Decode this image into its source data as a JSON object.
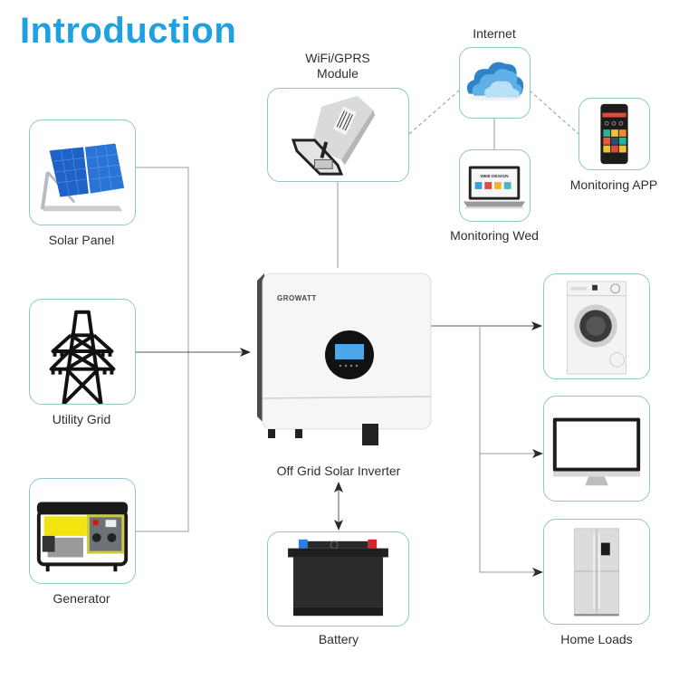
{
  "title": "Introduction",
  "colors": {
    "title": "#1da1e2",
    "box_border": "#8fc7cc",
    "connector": "#a8a8a8",
    "arrow": "#2b2b2b"
  },
  "sources": {
    "solar_panel": {
      "label": "Solar Panel",
      "icon": "solar-panel-icon"
    },
    "utility_grid": {
      "label": "Utility Grid",
      "icon": "power-tower-icon"
    },
    "generator": {
      "label": "Generator",
      "icon": "generator-icon"
    }
  },
  "monitoring": {
    "wifi_module": {
      "label_line1": "WiFi/GPRS",
      "label_line2": "Module",
      "icon": "wifi-module-icon"
    },
    "internet": {
      "label": "Internet",
      "icon": "cloud-icon"
    },
    "monitoring_web": {
      "label": "Monitoring Wed",
      "icon": "laptop-icon",
      "screen_text": "WEB DESIGN"
    },
    "monitoring_app": {
      "label": "Monitoring APP",
      "icon": "smartphone-icon"
    }
  },
  "inverter": {
    "label": "Off Grid Solar Inverter",
    "brand": "GROWATT",
    "icon": "inverter-icon"
  },
  "storage": {
    "battery": {
      "label": "Battery",
      "icon": "battery-icon"
    }
  },
  "loads": {
    "label": "Home Loads",
    "items": [
      {
        "name": "washing-machine",
        "icon": "washing-machine-icon"
      },
      {
        "name": "monitor",
        "icon": "monitor-icon"
      },
      {
        "name": "refrigerator",
        "icon": "refrigerator-icon"
      }
    ]
  }
}
